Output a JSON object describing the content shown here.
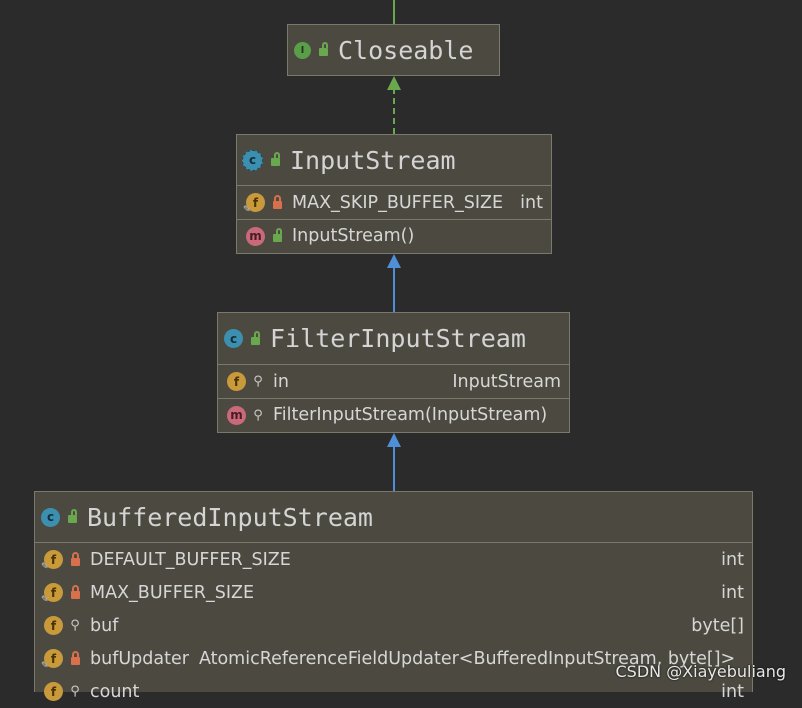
{
  "diagram": {
    "closeable": {
      "title": "Closeable",
      "kind_icon": "interface-icon",
      "visibility_icon": "public-lock-icon"
    },
    "input_stream": {
      "title": "InputStream",
      "kind_icon": "abstract-class-icon",
      "visibility_icon": "public-lock-icon",
      "fields": [
        {
          "name": "MAX_SKIP_BUFFER_SIZE",
          "type": "int",
          "icon": "field-icon",
          "visibility": "private-lock-icon"
        }
      ],
      "methods": [
        {
          "name": "InputStream()",
          "icon": "method-icon",
          "visibility": "public-lock-icon"
        }
      ]
    },
    "filter_input_stream": {
      "title": "FilterInputStream",
      "kind_icon": "class-icon",
      "visibility_icon": "public-lock-icon",
      "fields": [
        {
          "name": "in",
          "type": "InputStream",
          "icon": "field-icon",
          "visibility": "protected-key-icon"
        }
      ],
      "methods": [
        {
          "name": "FilterInputStream(InputStream)",
          "icon": "method-icon",
          "visibility": "protected-key-icon"
        }
      ]
    },
    "buffered_input_stream": {
      "title": "BufferedInputStream",
      "kind_icon": "class-icon",
      "visibility_icon": "public-lock-icon",
      "fields": [
        {
          "name": "DEFAULT_BUFFER_SIZE",
          "type": "int",
          "icon": "static-field-icon",
          "visibility": "private-lock-icon"
        },
        {
          "name": "MAX_BUFFER_SIZE",
          "type": "int",
          "icon": "static-field-icon",
          "visibility": "private-lock-icon"
        },
        {
          "name": "buf",
          "type": "byte[]",
          "icon": "field-icon",
          "visibility": "protected-key-icon"
        },
        {
          "name": "bufUpdater",
          "type": "AtomicReferenceFieldUpdater<BufferedInputStream, byte[]>",
          "icon": "static-field-icon",
          "visibility": "private-lock-icon"
        },
        {
          "name": "count",
          "type": "int",
          "icon": "field-icon",
          "visibility": "protected-key-icon"
        }
      ]
    },
    "colors": {
      "background": "#2b2b2b",
      "node_fill": "#4c4a40",
      "implements_edge": "#6aa84f",
      "extends_edge": "#4f8fd8"
    }
  },
  "watermark": "CSDN @Xiayebuliang"
}
